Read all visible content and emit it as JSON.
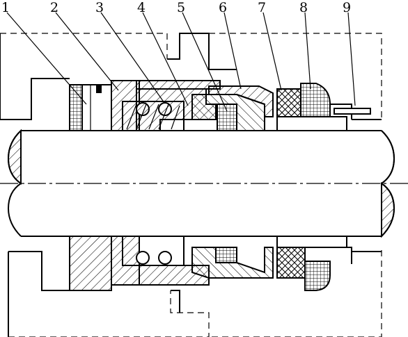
{
  "figure": {
    "part_numbers": [
      "1",
      "2",
      "3",
      "4",
      "5",
      "6",
      "7",
      "8",
      "9"
    ]
  }
}
